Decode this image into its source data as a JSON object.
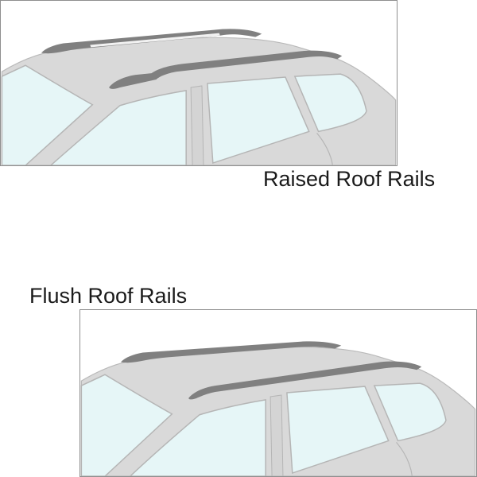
{
  "panels": [
    {
      "caption": "Raised Roof Rails",
      "rail_style": "raised"
    },
    {
      "caption": "Flush Roof Rails",
      "rail_style": "flush"
    }
  ],
  "colors": {
    "car_body": "#d9d9d9",
    "window_glass": "#e6f6f7",
    "roof_rail": "#7f7f7f",
    "outline": "#b5b5b5",
    "frame_border": "#8f8f8f",
    "caption_text": "#1a1a1a"
  }
}
